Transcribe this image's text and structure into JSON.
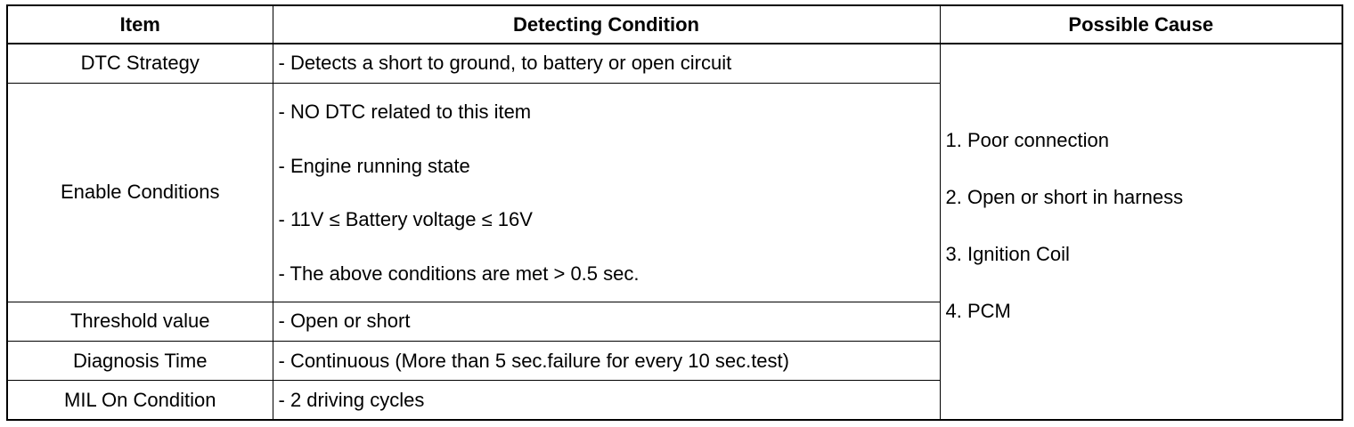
{
  "table": {
    "headers": {
      "item": "Item",
      "condition": "Detecting Condition",
      "cause": "Possible Cause"
    },
    "rows": {
      "dtc_strategy": {
        "item": "DTC Strategy",
        "condition": "- Detects a short to ground, to battery or open circuit"
      },
      "enable_conditions": {
        "item": "Enable Conditions",
        "conditions": [
          "- NO DTC related to this item",
          "- Engine running state",
          "- 11V ≤ Battery voltage ≤ 16V",
          "- The above conditions are met > 0.5 sec."
        ]
      },
      "threshold_value": {
        "item": "Threshold value",
        "condition": "- Open or short"
      },
      "diagnosis_time": {
        "item": "Diagnosis Time",
        "condition": "- Continuous (More than 5 sec.failure for every 10 sec.test)"
      },
      "mil_on_condition": {
        "item": "MIL On Condition",
        "condition": "- 2 driving cycles"
      }
    },
    "possible_causes": [
      "1. Poor connection",
      "2. Open or short in harness",
      "3. Ignition Coil",
      "4. PCM"
    ]
  }
}
